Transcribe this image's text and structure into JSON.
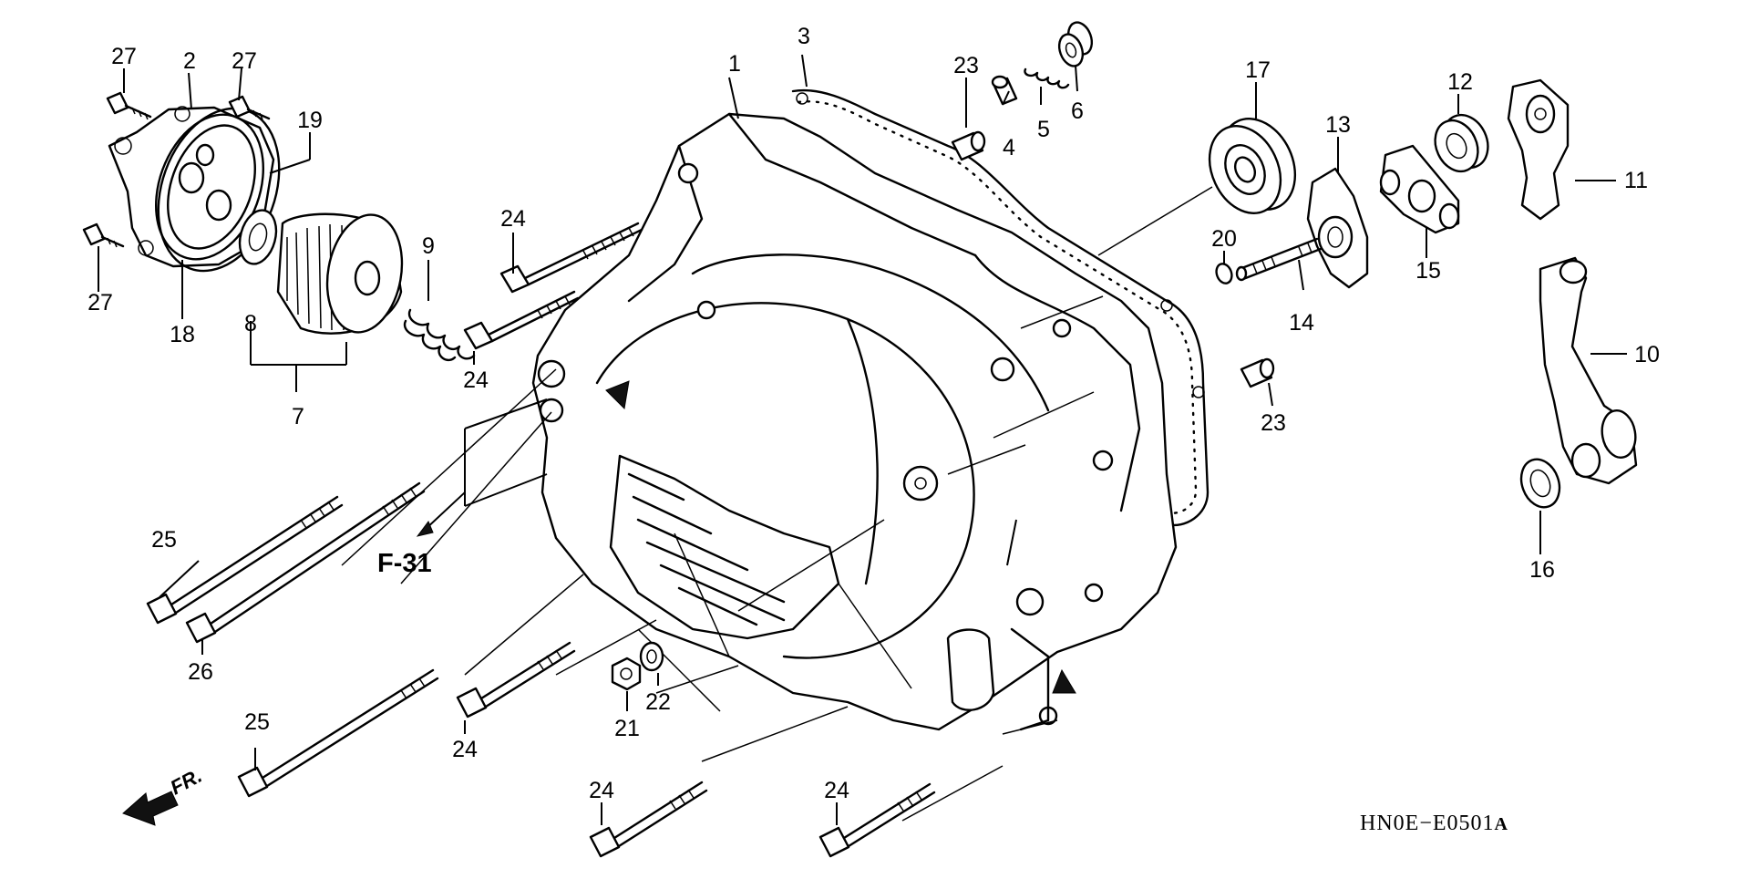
{
  "diagram": {
    "drawing_code": "HN0E−E0501",
    "drawing_code_suffix": "A",
    "reference": "F-31",
    "direction_label": "FR.",
    "callouts": [
      "1",
      "2",
      "3",
      "4",
      "5",
      "6",
      "7",
      "8",
      "9",
      "10",
      "11",
      "12",
      "13",
      "14",
      "15",
      "16",
      "17",
      "18",
      "19",
      "20",
      "21",
      "22",
      "23",
      "24",
      "25",
      "26",
      "27"
    ]
  }
}
